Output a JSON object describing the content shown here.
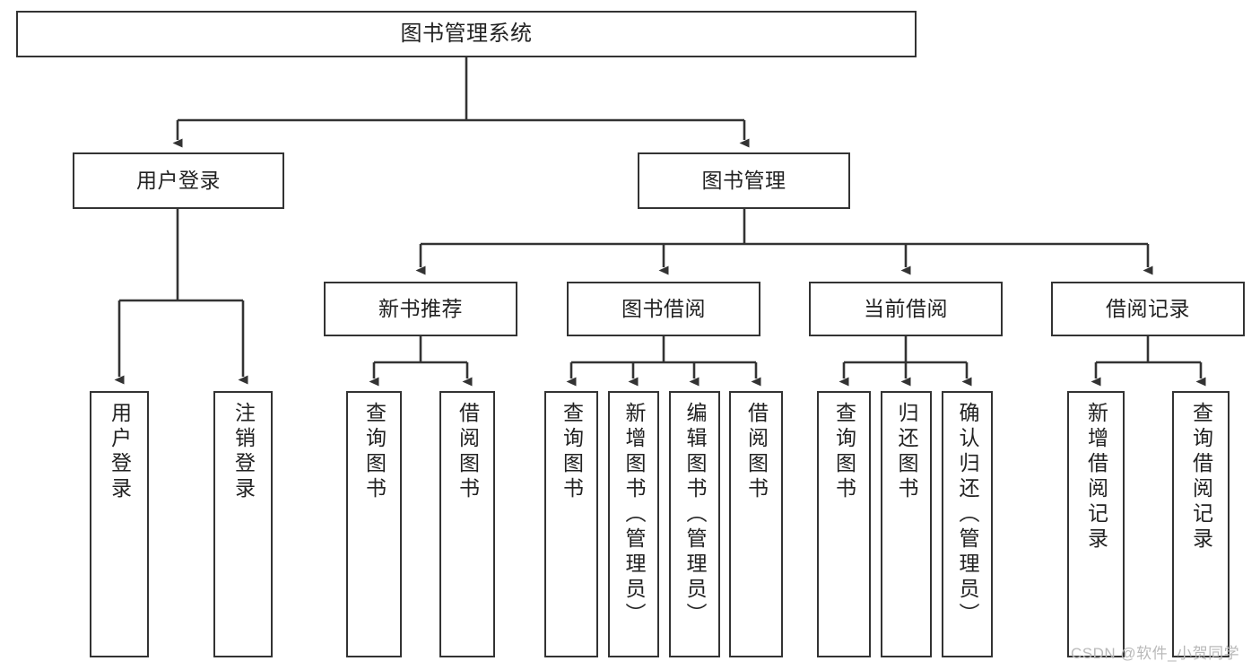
{
  "diagram": {
    "type": "tree-hierarchy-chart",
    "title": "图书管理系统",
    "colors": {
      "box_border": "#333333",
      "box_fill": "#ffffff",
      "connector": "#333333",
      "text": "#222222",
      "watermark": "#b9b9b9",
      "background": "#ffffff"
    },
    "root": {
      "label": "图书管理系统"
    },
    "level2": [
      {
        "id": "user-login",
        "label": "用户登录"
      },
      {
        "id": "book-management",
        "label": "图书管理"
      }
    ],
    "level3": [
      {
        "id": "new-book-recommend",
        "label": "新书推荐"
      },
      {
        "id": "book-borrow",
        "label": "图书借阅"
      },
      {
        "id": "current-borrow",
        "label": "当前借阅"
      },
      {
        "id": "borrow-record",
        "label": "借阅记录"
      }
    ],
    "leaves": {
      "user_login": [
        {
          "id": "leaf-user-login",
          "label": "用户登录"
        },
        {
          "id": "leaf-logout-login",
          "label": "注销登录"
        }
      ],
      "new_book_recommend": [
        {
          "id": "leaf-query-book-1",
          "label": "查询图书"
        },
        {
          "id": "leaf-borrow-book-1",
          "label": "借阅图书"
        }
      ],
      "book_borrow": [
        {
          "id": "leaf-query-book-2",
          "label": "查询图书"
        },
        {
          "id": "leaf-add-book-admin",
          "label": "新增图书（管理员）"
        },
        {
          "id": "leaf-edit-book-admin",
          "label": "编辑图书（管理员）"
        },
        {
          "id": "leaf-borrow-book-2",
          "label": "借阅图书"
        }
      ],
      "current_borrow": [
        {
          "id": "leaf-query-book-3",
          "label": "查询图书"
        },
        {
          "id": "leaf-return-book",
          "label": "归还图书"
        },
        {
          "id": "leaf-confirm-return-admin",
          "label": "确认归还（管理员）"
        }
      ],
      "borrow_record": [
        {
          "id": "leaf-add-borrow-record",
          "label": "新增借阅记录"
        },
        {
          "id": "leaf-query-borrow-record",
          "label": "查询借阅记录"
        }
      ]
    },
    "watermark": {
      "text": "CSDN @软件_小贺同学"
    }
  }
}
